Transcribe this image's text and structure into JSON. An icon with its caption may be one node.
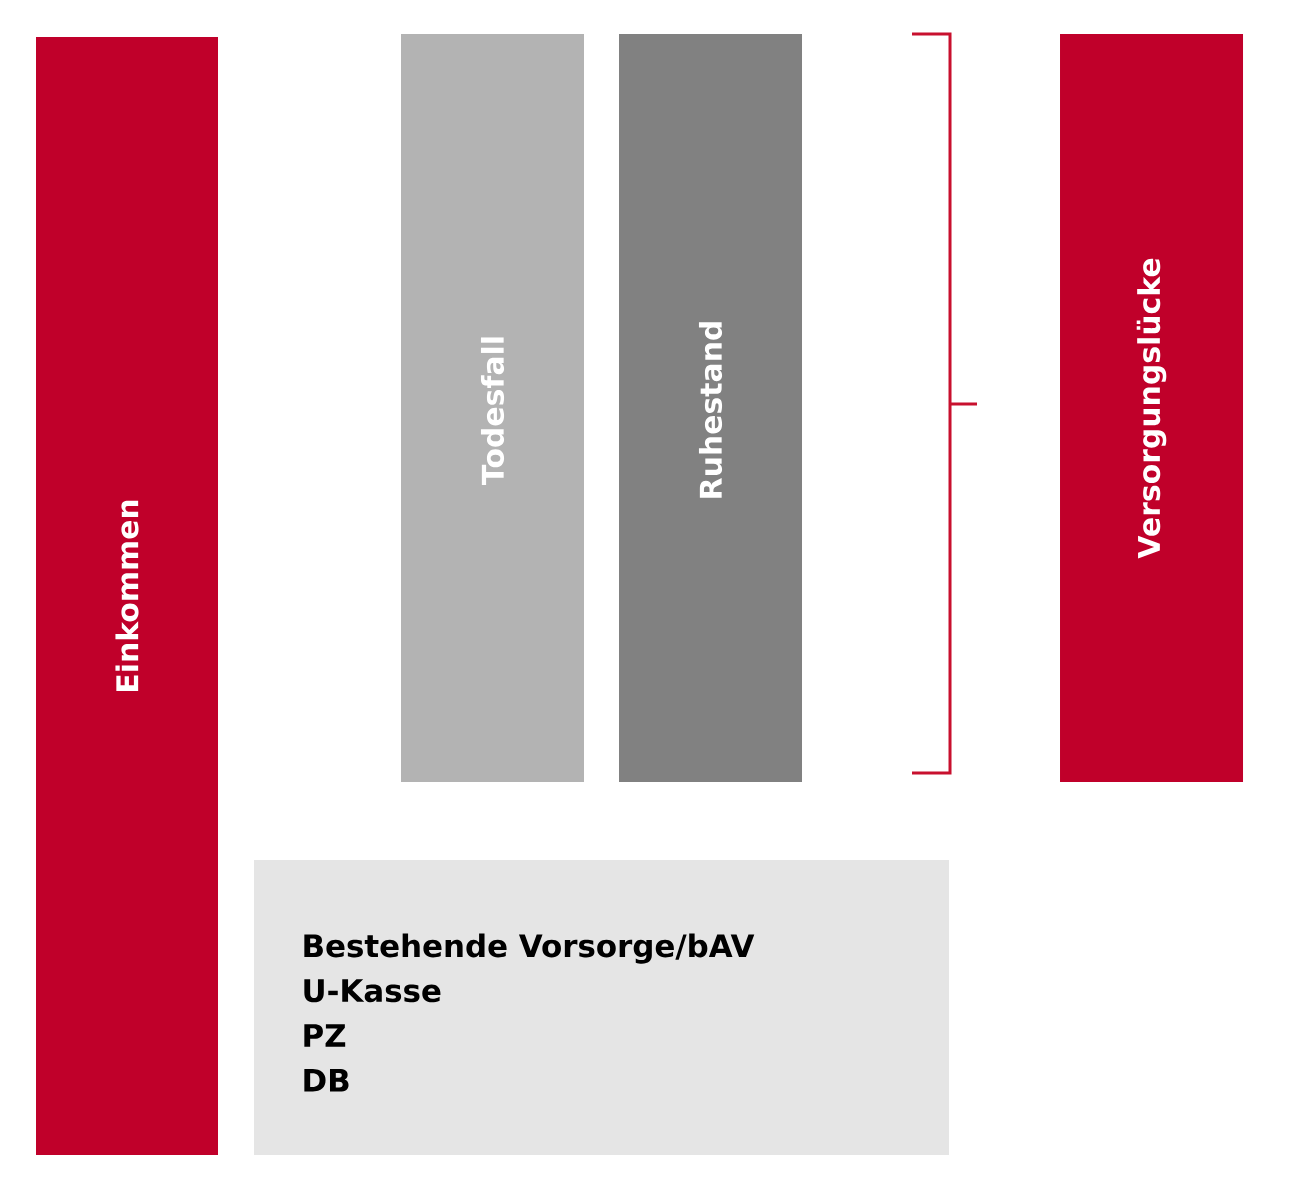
{
  "diagram": {
    "nodes": [
      {
        "text": [
          "Einkommen"
        ]
      },
      {
        "text": [
          "Todesfall"
        ]
      },
      {
        "text": [
          "Ruhestand"
        ]
      },
      {
        "text": [
          "Versorgungslücke"
        ]
      },
      {
        "text": [
          "Bestehende Vorsorge/bAV",
          "U-Kasse",
          "PZ",
          "DB"
        ]
      }
    ],
    "edges": []
  }
}
